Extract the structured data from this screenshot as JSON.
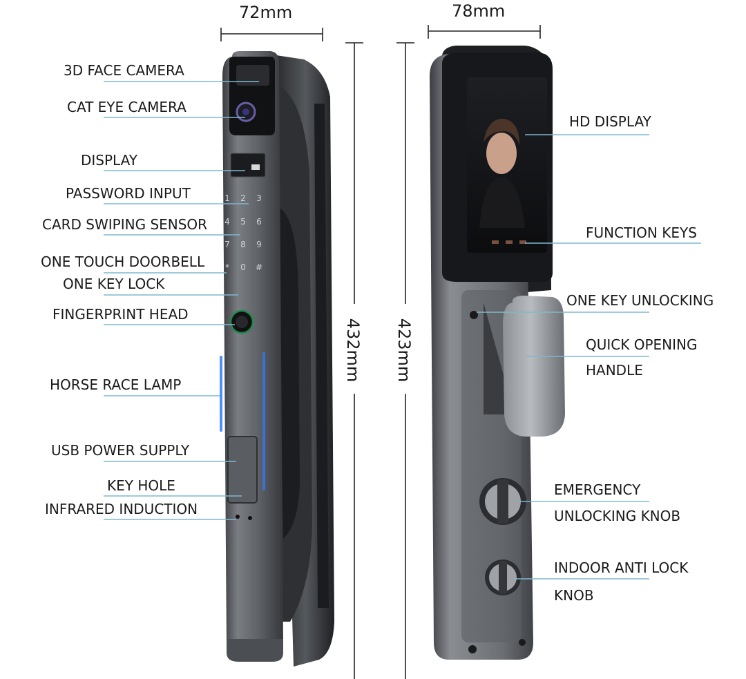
{
  "dimensions": {
    "front_width": "72mm",
    "back_width": "78mm",
    "front_height": "432mm",
    "back_height": "423mm"
  },
  "labels_left": {
    "face_camera": "3D FACE CAMERA",
    "cat_eye": "CAT EYE CAMERA",
    "display": "DISPLAY",
    "password": "PASSWORD INPUT",
    "card": "CARD SWIPING SENSOR",
    "doorbell": "ONE TOUCH DOORBELL",
    "lock": "ONE KEY LOCK",
    "fingerprint": "FINGERPRINT HEAD",
    "horse_lamp": "HORSE RACE LAMP",
    "usb": "USB POWER SUPPLY",
    "keyhole": "KEY HOLE",
    "infrared": "INFRARED INDUCTION"
  },
  "labels_right": {
    "hd_display": "HD DISPLAY",
    "function_keys": "FUNCTION KEYS",
    "one_key_unlock": "ONE KEY UNLOCKING",
    "handle_1": "QUICK OPENING",
    "handle_2": "HANDLE",
    "emergency_1": "EMERGENCY",
    "emergency_2": "UNLOCKING KNOB",
    "indoor_1": "INDOOR ANTI LOCK",
    "indoor_2": "KNOB"
  },
  "keypad": [
    "1",
    "2",
    "3",
    "4",
    "5",
    "6",
    "7",
    "8",
    "9",
    "*",
    "0",
    "#"
  ],
  "colors": {
    "body": "#6b6e73",
    "dark": "#2b2d31",
    "leader": "#7fb8cf",
    "lamp": "#2f7bff"
  }
}
